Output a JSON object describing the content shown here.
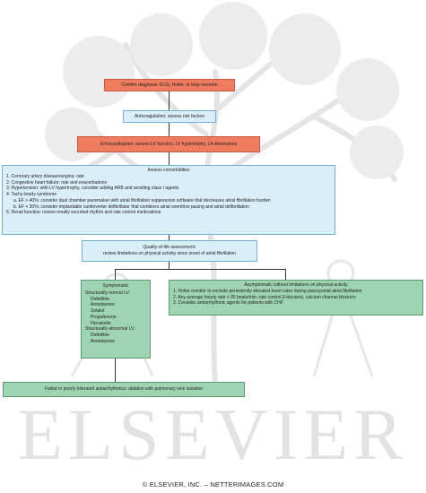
{
  "flowchart": {
    "step1": "Confirm diagnosis: ECG, Holter, or loop recorder",
    "step2": "Anticoagulation; assess risk factors",
    "step3": "Echocardiogram: assess LV function, LV hypertrophy, LA dimensions",
    "comorbidities": {
      "title": "Assess comorbidities",
      "items": [
        "1. Coronary artery disease/angina: rate",
        "2. Congestive heart failure: rate and exacerbations",
        "3. Hypertension: with LV hypertrophy, consider adding ARB and avoiding class I agents",
        "4. Tachy-brady syndrome",
        "a. EF > 40%: consider dual chamber pacemaker with atrial fibrillation suppression software that decreases atrial fibrillation burden",
        "b. EF < 30%: consider implantable cardioverter defibrillator that combines atrial overdrive pacing and atrial defibrillation",
        "5. Renal function: review renally excreted rhythm and rate control medications"
      ]
    },
    "qol": {
      "line1": "Quality-of-life assessment:",
      "line2": "review limitations on physical activity since onset of atrial fibrillation"
    },
    "symptomatic": {
      "title": "Symptomatic",
      "items": [
        "Structurally normal LV:",
        "Dofetilide",
        "Amiodarone",
        "Sotalol",
        "Propafenone",
        "Flecainide",
        "Structurally abnormal LV:",
        "Dofetilide",
        "Amiodarone"
      ]
    },
    "asymptomatic": {
      "title": "Asymptomatic without limitations on physical activity",
      "items": [
        "1. Holter monitor to exclude persistently elevated heart rates during paroxysmal atrial fibrillation",
        "2. Any average hourly rate > 95 beats/min: rate control β-blockers, calcium channel blockers",
        "3. Consider antiarrhythmic agents for patients with CHF"
      ]
    },
    "final": "Failed or poorly tolerated antiarrhythmics: ablation with pulmonary vein isolation"
  },
  "watermark": "ELSEVIER",
  "footer": "© ELSEVIER, INC. – NETTERIMAGES.COM",
  "colors": {
    "red_box": "#ef7c5e",
    "blue_box": "#daeef9",
    "green_box": "#9fd4b3",
    "watermark": "#e2e2e2"
  }
}
